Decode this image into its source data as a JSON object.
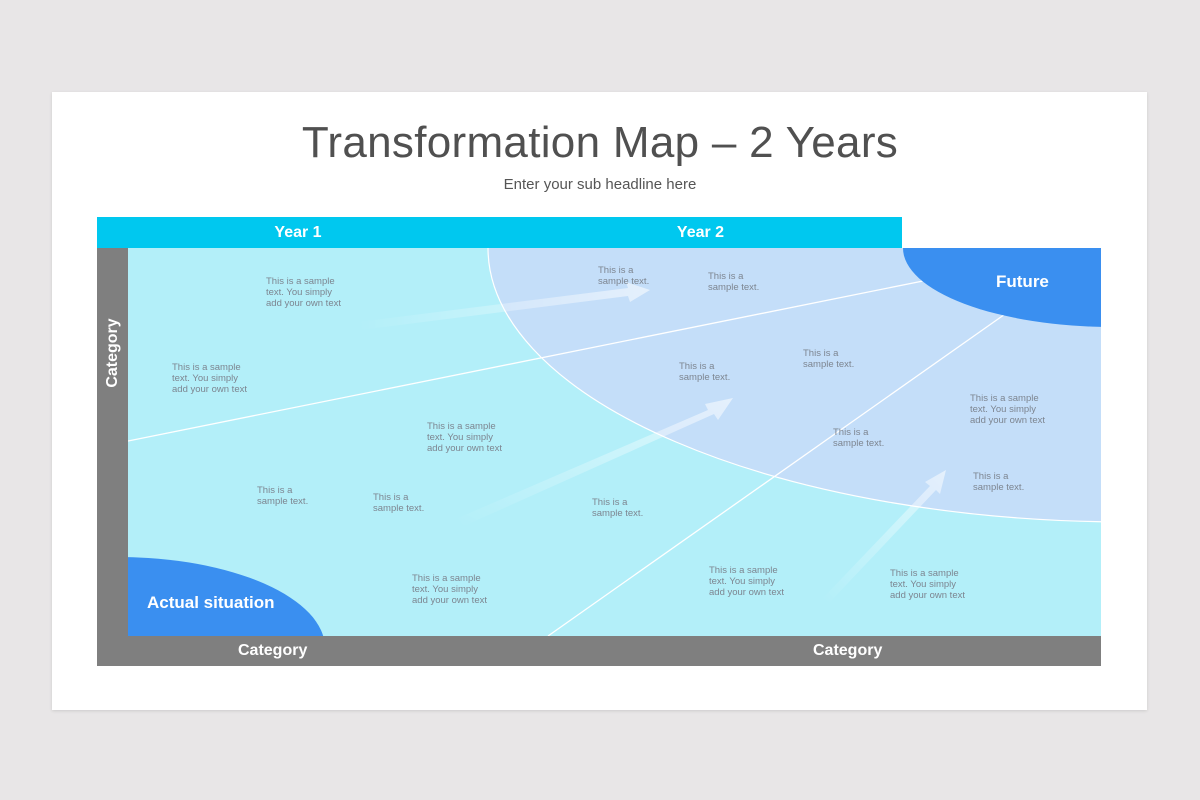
{
  "slide": {
    "title": "Transformation Map – 2 Years",
    "subtitle": "Enter your sub headline here"
  },
  "header": {
    "years": [
      {
        "label": "Year 1"
      },
      {
        "label": "Year 2"
      }
    ]
  },
  "axes": {
    "vertical_label": "Category",
    "horizontal_labels": [
      "Category",
      "Category"
    ]
  },
  "regions": {
    "start": {
      "label": "Actual situation",
      "color": "#3a8ff0"
    },
    "end": {
      "label": "Future",
      "color": "#3a8ff0"
    },
    "year1_fill": "#b3eff9",
    "year2_fill": "#c4def9",
    "header_color": "#00c8ef",
    "axis_color": "#7f7f7f"
  },
  "notes": [
    {
      "text": "This is a sample\ntext. You simply\nadd your own text"
    },
    {
      "text": "This is a\nsample text."
    },
    {
      "text": "This is a\nsample text."
    },
    {
      "text": "This is a sample\ntext. You simply\nadd your own text"
    },
    {
      "text": "This is a\nsample text."
    },
    {
      "text": "This is a\nsample text."
    },
    {
      "text": "This is a sample\ntext. You simply\nadd your own text"
    },
    {
      "text": "This is a\nsample text."
    },
    {
      "text": "This is a sample\ntext. You simply\nadd your own text"
    },
    {
      "text": "This is a\nsample text."
    },
    {
      "text": "This is a\nsample text."
    },
    {
      "text": "This is a\nsample text."
    },
    {
      "text": "This is a\nsample text."
    },
    {
      "text": "This is a sample\ntext. You simply\nadd your own text"
    },
    {
      "text": "This is a sample\ntext. You simply\nadd your own text"
    },
    {
      "text": "This is a sample\ntext. You simply\nadd your own text"
    }
  ]
}
